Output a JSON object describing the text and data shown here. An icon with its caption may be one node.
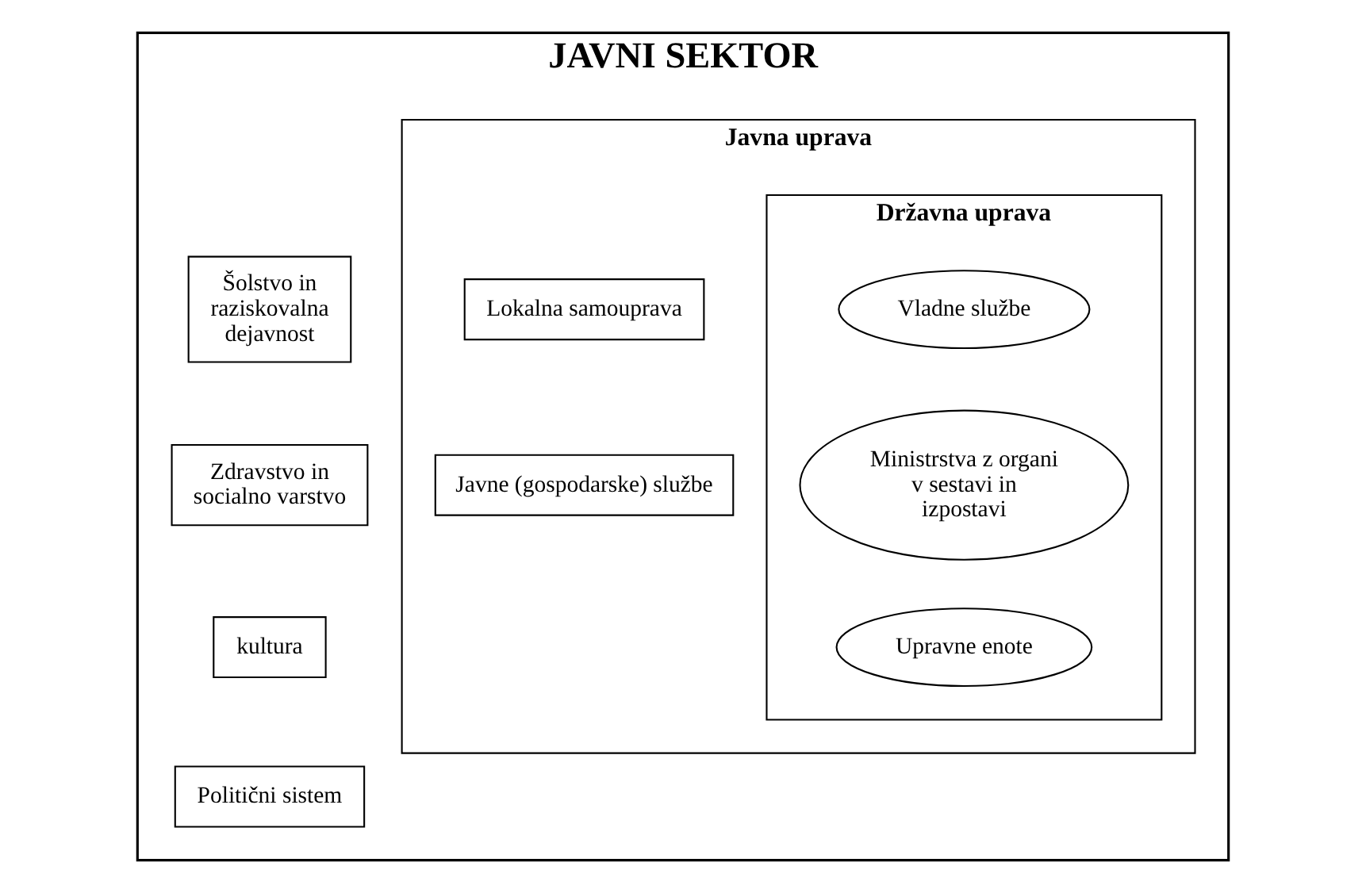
{
  "diagram": {
    "nodes": [
      {
        "text": [
          "JAVNI SEKTOR"
        ]
      },
      {
        "text": [
          "Javna uprava"
        ],
        "in": 0
      },
      {
        "text": [
          "Državna uprava"
        ],
        "in": 1
      },
      {
        "text": [
          "Vladne službe"
        ],
        "in": 2
      },
      {
        "text": [
          "Ministrstva z organi v sestavi in izpostavi"
        ],
        "in": 2
      },
      {
        "text": [
          "Upravne enote"
        ],
        "in": 2
      },
      {
        "text": [
          "Lokalna samouprava"
        ],
        "in": 1
      },
      {
        "text": [
          "Javne (gospodarske) službe"
        ],
        "in": 1
      },
      {
        "text": [
          "Šolstvo in raziskovalna dejavnost"
        ],
        "in": 0
      },
      {
        "text": [
          "Zdravstvo in socialno varstvo"
        ],
        "in": 0
      },
      {
        "text": [
          "kultura"
        ],
        "in": 0
      },
      {
        "text": [
          "Politični sistem"
        ],
        "in": 0
      }
    ],
    "edges": []
  }
}
